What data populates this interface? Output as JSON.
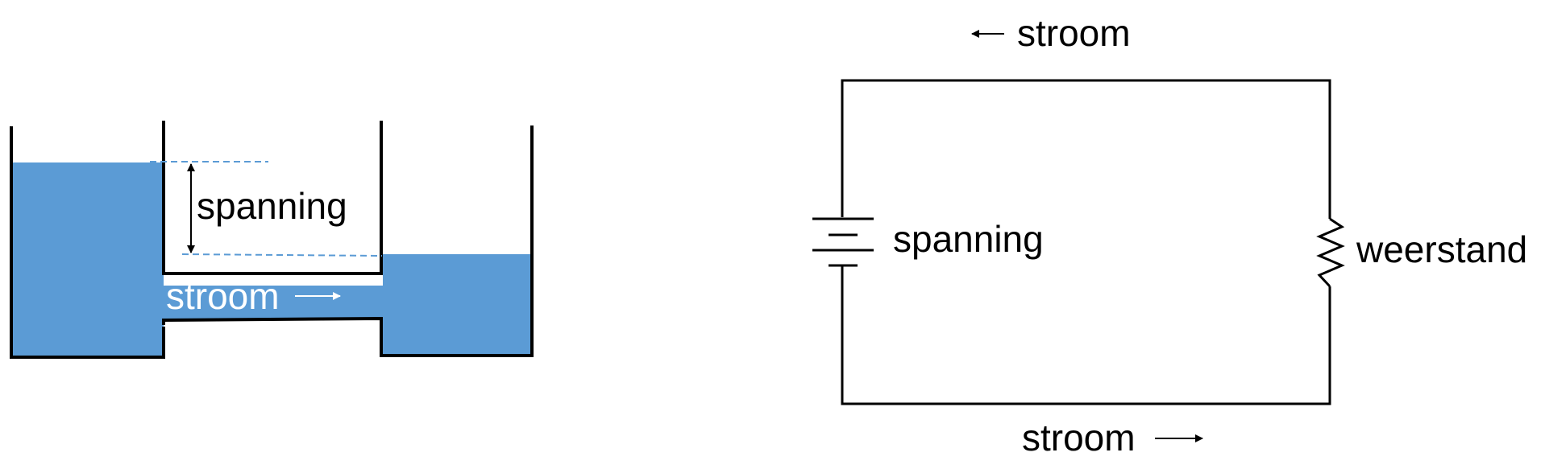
{
  "colors": {
    "water": "#5b9bd5",
    "wall": "#000000",
    "dashed_line": "#5b9bd5",
    "flow_label": "#ffffff",
    "background": "#ffffff"
  },
  "water_model": {
    "voltage_label": "spanning",
    "current_label": "stroom"
  },
  "circuit": {
    "current_label_top": "stroom",
    "current_label_bottom": "stroom",
    "voltage_label": "spanning",
    "resistance_label": "weerstand"
  }
}
